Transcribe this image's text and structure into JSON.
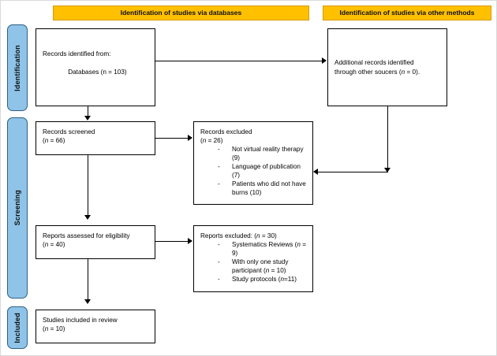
{
  "diagram": {
    "type": "PRISMA flow diagram",
    "banners": [
      {
        "id": "databases",
        "label": "Identification of studies via databases"
      },
      {
        "id": "other-methods",
        "label": "Identification of studies via other methods"
      }
    ],
    "stages": [
      {
        "id": "identification",
        "label": "Identification"
      },
      {
        "id": "screening",
        "label": "Screening"
      },
      {
        "id": "included",
        "label": "Included"
      }
    ],
    "nodes": {
      "records_identified": {
        "line1": "Records identified from:",
        "line2": "Databases (n = 103)",
        "count": 103
      },
      "additional_records": {
        "line1": "Additional records identified",
        "line2": "through other soucers (n = 0).",
        "count": 0
      },
      "records_screened": {
        "line1": "Records screened",
        "line2": "(n = 66)",
        "count": 66
      },
      "records_excluded": {
        "line1": "Records excluded",
        "line2": "(n = 26)",
        "count": 26,
        "reasons": [
          "Not virtual reality therapy (9)",
          "Language of publication (7)",
          "Patients who did not have burns (10)"
        ]
      },
      "reports_assessed": {
        "line1": "Reports assessed for eligibility",
        "line2": "(n = 40)",
        "count": 40
      },
      "reports_excluded": {
        "line1": "Reports excluded: (n = 30)",
        "count": 30,
        "reasons": [
          "Systematics Reviews (n = 9)",
          "With only one study participant (n = 10)",
          "Study protocols (n=11)"
        ]
      },
      "studies_included": {
        "line1": "Studies included in review",
        "line2": "(n = 10)",
        "count": 10
      }
    },
    "colors": {
      "banner_fill": "#FFC000",
      "banner_border": "#D79B00",
      "stage_fill": "#8FC4E8",
      "stage_border": "#2E5F86",
      "box_border": "#000000",
      "page_background": "#FFFFFF",
      "text": "#000000"
    }
  }
}
